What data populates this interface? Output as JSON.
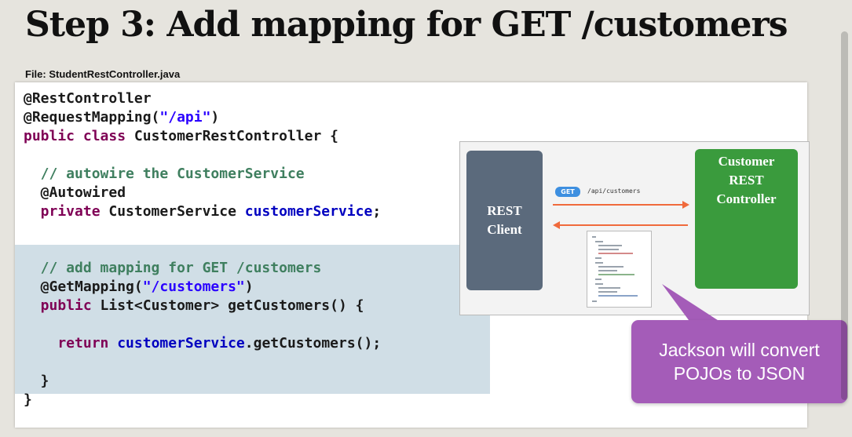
{
  "slide": {
    "title": "Step 3: Add mapping for GET /customers",
    "file_label": "File: StudentRestController.java"
  },
  "code_lines": [
    [
      {
        "t": "@RestController",
        "c": ""
      }
    ],
    [
      {
        "t": "@RequestMapping(",
        "c": ""
      },
      {
        "t": "\"/api\"",
        "c": "str"
      },
      {
        "t": ")",
        "c": ""
      }
    ],
    [
      {
        "t": "public class ",
        "c": "kw"
      },
      {
        "t": "CustomerRestController {",
        "c": ""
      }
    ],
    [
      {
        "t": "",
        "c": ""
      }
    ],
    [
      {
        "t": "  // autowire the CustomerService",
        "c": "cmt"
      }
    ],
    [
      {
        "t": "  @Autowired",
        "c": ""
      }
    ],
    [
      {
        "t": "  private ",
        "c": "kw"
      },
      {
        "t": "CustomerService ",
        "c": ""
      },
      {
        "t": "customerService",
        "c": "fld"
      },
      {
        "t": ";",
        "c": ""
      }
    ],
    [
      {
        "t": "",
        "c": ""
      }
    ],
    [
      {
        "t": "",
        "c": ""
      }
    ],
    [
      {
        "t": "  // add mapping for GET /customers",
        "c": "cmt"
      }
    ],
    [
      {
        "t": "  @GetMapping(",
        "c": ""
      },
      {
        "t": "\"/customers\"",
        "c": "str"
      },
      {
        "t": ")",
        "c": ""
      }
    ],
    [
      {
        "t": "  public ",
        "c": "kw"
      },
      {
        "t": "List<Customer> getCustomers() {",
        "c": ""
      }
    ],
    [
      {
        "t": "",
        "c": ""
      }
    ],
    [
      {
        "t": "    return ",
        "c": "kw"
      },
      {
        "t": "customerService",
        "c": "fld"
      },
      {
        "t": ".getCustomers();",
        "c": ""
      }
    ],
    [
      {
        "t": "",
        "c": ""
      }
    ],
    [
      {
        "t": "  }",
        "c": ""
      }
    ],
    [
      {
        "t": "}",
        "c": ""
      }
    ]
  ],
  "diagram": {
    "client_label": "REST\nClient",
    "controller_label": "Customer\nREST\nController",
    "method_badge": "GET",
    "path": "/api/customers",
    "request_arrow_color": "#f06a3c",
    "response_arrow_color": "#f06a3c"
  },
  "callout": {
    "text": "Jackson will convert\nPOJOs to JSON",
    "color": "#a45cb8"
  }
}
